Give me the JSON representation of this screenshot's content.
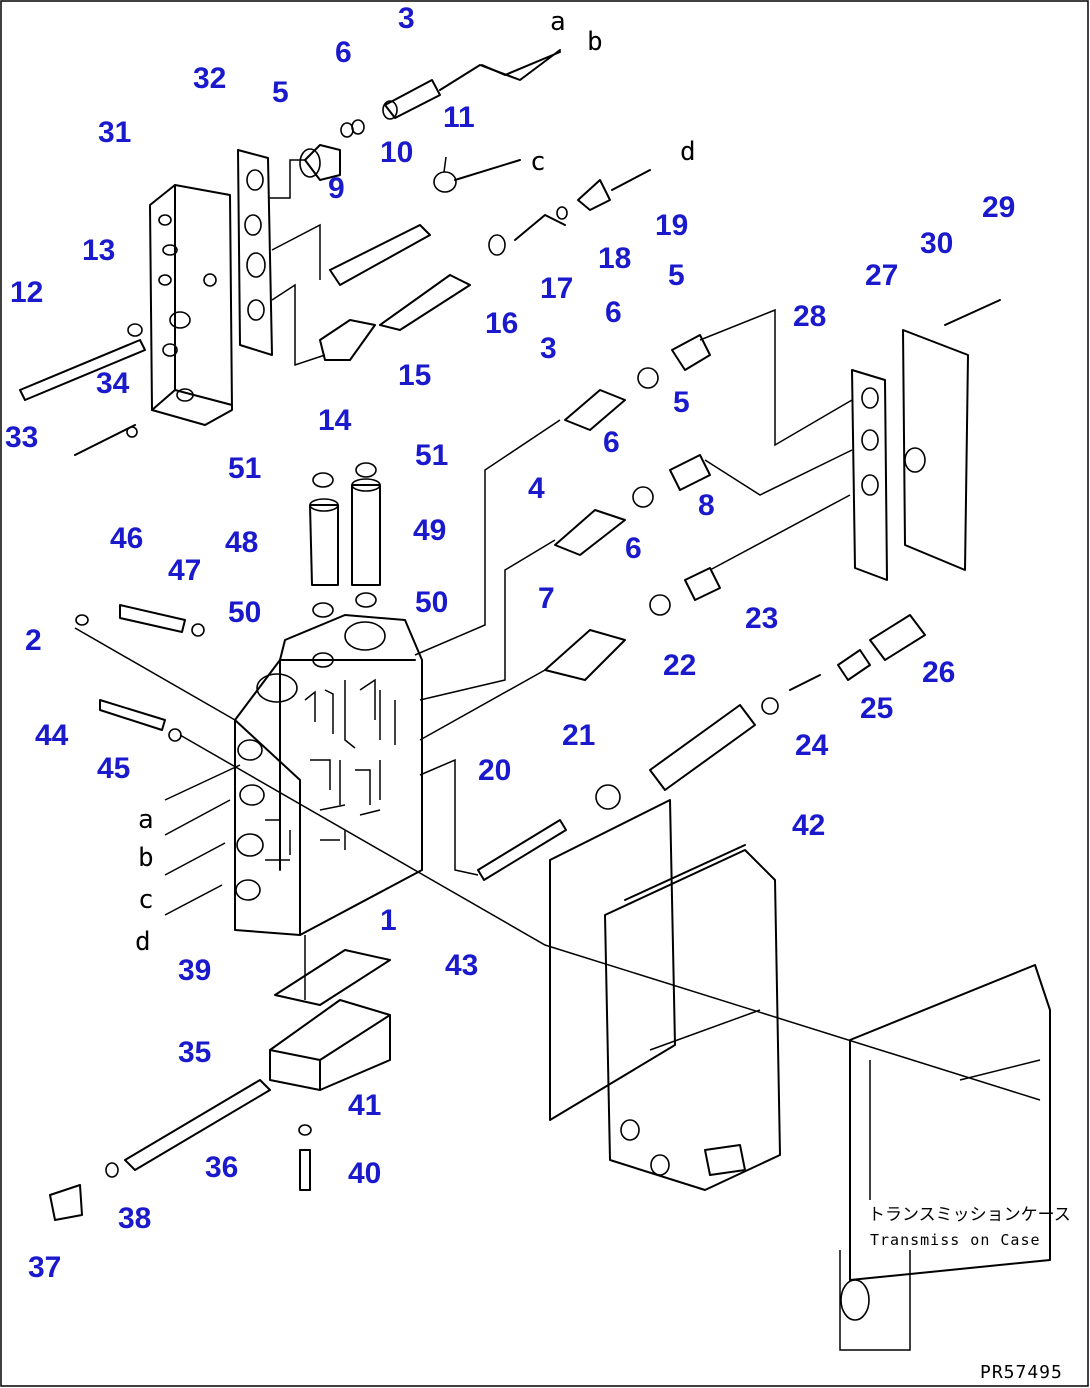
{
  "callouts": {
    "c1": "1",
    "c2": "2",
    "c3a": "3",
    "c3b": "3",
    "c4": "4",
    "c5a": "5",
    "c5b": "5",
    "c5c": "5",
    "c6a": "6",
    "c6b": "6",
    "c6c": "6",
    "c6d": "6",
    "c7": "7",
    "c8": "8",
    "c9": "9",
    "c10": "10",
    "c11": "11",
    "c12": "12",
    "c13": "13",
    "c14": "14",
    "c15": "15",
    "c16": "16",
    "c17": "17",
    "c18": "18",
    "c19": "19",
    "c20": "20",
    "c21": "21",
    "c22": "22",
    "c23": "23",
    "c24": "24",
    "c25": "25",
    "c26": "26",
    "c27": "27",
    "c28": "28",
    "c29": "29",
    "c30": "30",
    "c31": "31",
    "c32": "32",
    "c33": "33",
    "c34": "34",
    "c35": "35",
    "c36": "36",
    "c37": "37",
    "c38": "38",
    "c39": "39",
    "c40": "40",
    "c41": "41",
    "c42": "42",
    "c43": "43",
    "c44": "44",
    "c45": "45",
    "c46": "46",
    "c47": "47",
    "c48": "48",
    "c49": "49",
    "c50a": "50",
    "c50b": "50",
    "c51a": "51",
    "c51b": "51"
  },
  "port_labels": {
    "top_a": "a",
    "top_b": "b",
    "top_c": "c",
    "top_d": "d",
    "left_a": "a",
    "left_b": "b",
    "left_c": "c",
    "left_d": "d"
  },
  "case_label": {
    "japanese": "トランスミッションケース",
    "english": "Transmiss on Case"
  },
  "drawing_code": "PR57495",
  "colors": {
    "callout": "#1a1acc",
    "line": "#000000",
    "background": "#ffffff"
  }
}
